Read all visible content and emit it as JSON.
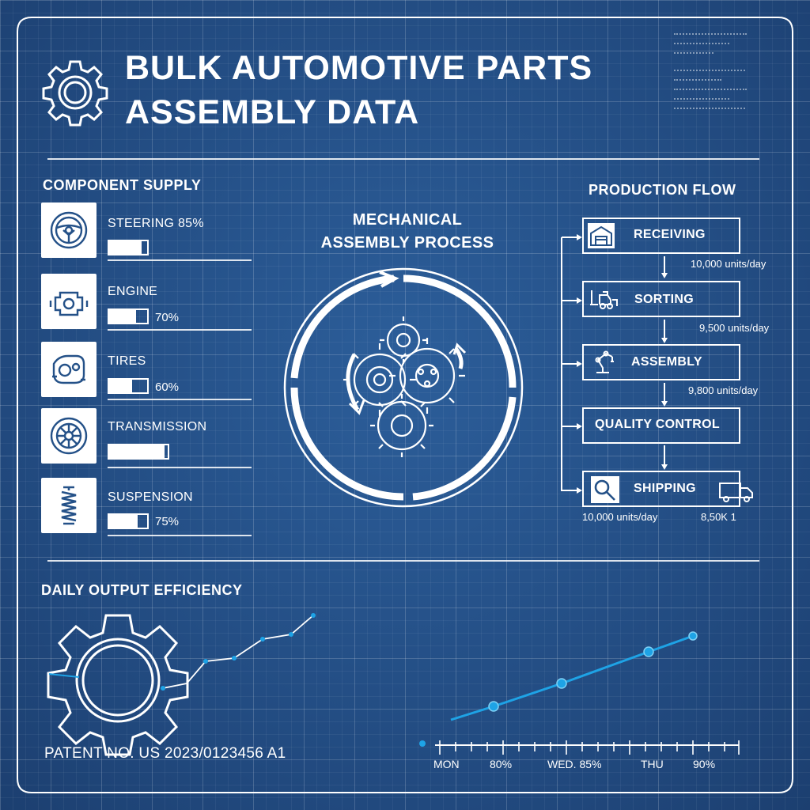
{
  "title": {
    "line1": "BULK AUTOMOTIVE PARTS",
    "line2": "ASSEMBLY DATA"
  },
  "icons": {
    "title": "gear-icon",
    "steering": "steering-wheel-icon",
    "engine": "engine-icon",
    "tires": "engine-block-icon",
    "transmission": "wheel-icon",
    "suspension": "coil-spring-icon",
    "receiving": "warehouse-icon",
    "sorting": "forklift-icon",
    "assembly": "robot-arm-icon",
    "shipping_left": "magnifier-icon",
    "shipping_right": "truck-icon",
    "center": "gears-cycle-icon",
    "bottom": "large-gear-icon"
  },
  "component_supply": {
    "title": "COMPONENT SUPPLY",
    "items": [
      {
        "label": "STEERING",
        "pct_text": "85%",
        "fill": 0.85
      },
      {
        "label": "ENGINE",
        "pct_text": "70%",
        "fill": 0.7
      },
      {
        "label": "TIRES",
        "pct_text": "60%",
        "fill": 0.6
      },
      {
        "label": "TRANSMISSION",
        "pct_text": "",
        "fill": 0.95
      },
      {
        "label": "SUSPENSION",
        "pct_text": "75%",
        "fill": 0.75
      }
    ]
  },
  "center": {
    "title_line1": "MECHANICAL",
    "title_line2": "ASSEMBLY PROCESS"
  },
  "production_flow": {
    "title": "PRODUCTION FLOW",
    "steps": [
      {
        "label": "RECEIVING",
        "rate": "10,000 units/day"
      },
      {
        "label": "SORTING",
        "rate": "9,500 units/day"
      },
      {
        "label": "ASSEMBLY",
        "rate": "9,800 units/day"
      },
      {
        "label": "QUALITY CONTROL",
        "rate": ""
      },
      {
        "label": "SHIPPING",
        "rate": "10,000 units/day"
      }
    ],
    "shipping_note": "8,50K 1"
  },
  "daily_output": {
    "title": "DAILY OUTPUT EFFICIENCY",
    "patent": "PATENT NO. US 2023/0123456 A1",
    "axis_labels": [
      "MON",
      "80%",
      "WED. 85%",
      "THU",
      "90%"
    ]
  },
  "colors": {
    "background": "#245188",
    "line": "#ffffff",
    "accent": "#1ea3e6"
  }
}
